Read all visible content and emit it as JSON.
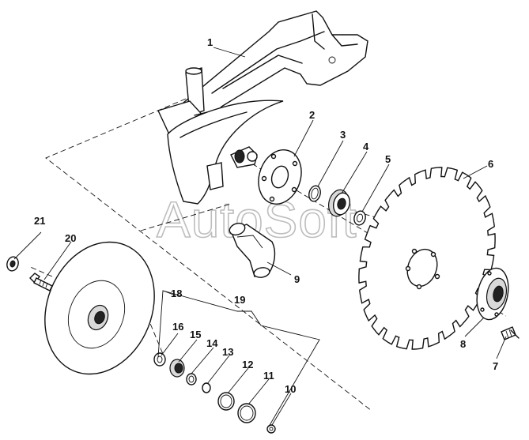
{
  "diagram": {
    "watermark": "AutoSoft",
    "callouts": [
      {
        "id": "1",
        "text": "1"
      },
      {
        "id": "2",
        "text": "2"
      },
      {
        "id": "3",
        "text": "3"
      },
      {
        "id": "4",
        "text": "4"
      },
      {
        "id": "5",
        "text": "5"
      },
      {
        "id": "6",
        "text": "6"
      },
      {
        "id": "7",
        "text": "7"
      },
      {
        "id": "8",
        "text": "8"
      },
      {
        "id": "9",
        "text": "9"
      },
      {
        "id": "10",
        "text": "10"
      },
      {
        "id": "11",
        "text": "11"
      },
      {
        "id": "12",
        "text": "12"
      },
      {
        "id": "13",
        "text": "13"
      },
      {
        "id": "14",
        "text": "14"
      },
      {
        "id": "15",
        "text": "15"
      },
      {
        "id": "16",
        "text": "16"
      },
      {
        "id": "18",
        "text": "18"
      },
      {
        "id": "19",
        "text": "19"
      },
      {
        "id": "20",
        "text": "20"
      },
      {
        "id": "21",
        "text": "21"
      }
    ]
  }
}
